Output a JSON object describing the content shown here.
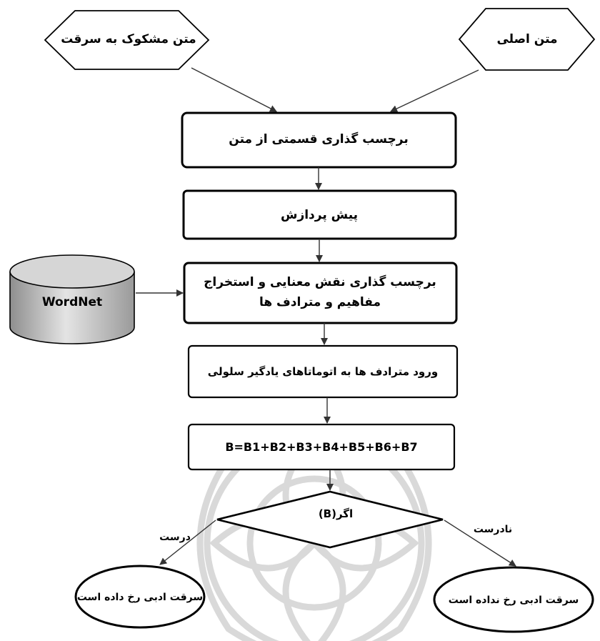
{
  "inputs": {
    "suspicious_text": "متن مشکوک به سرقت",
    "original_text": "متن اصلی"
  },
  "steps": {
    "partial_tagging": "برچسب گذاری قسمتی از متن",
    "preprocessing": "پیش پردازش",
    "srl_line1": "برچسب گذاری نقش معنایی و استخراج",
    "srl_line2": "مفاهیم و مترادف ها",
    "automata_entry": "ورود مترادف ها به اتوماتاهای یادگیر سلولی",
    "formula": "B=B1+B2+B3+B4+B5+B6+B7"
  },
  "database": {
    "label": "WordNet"
  },
  "decision": {
    "condition": "اگر(B)"
  },
  "edges": {
    "true_label": "درست",
    "false_label": "نادرست"
  },
  "outcomes": {
    "plagiarism_occurred": "سرقت ادبی رخ داده است",
    "no_plagiarism": "سرقت ادبی رخ نداده است"
  }
}
